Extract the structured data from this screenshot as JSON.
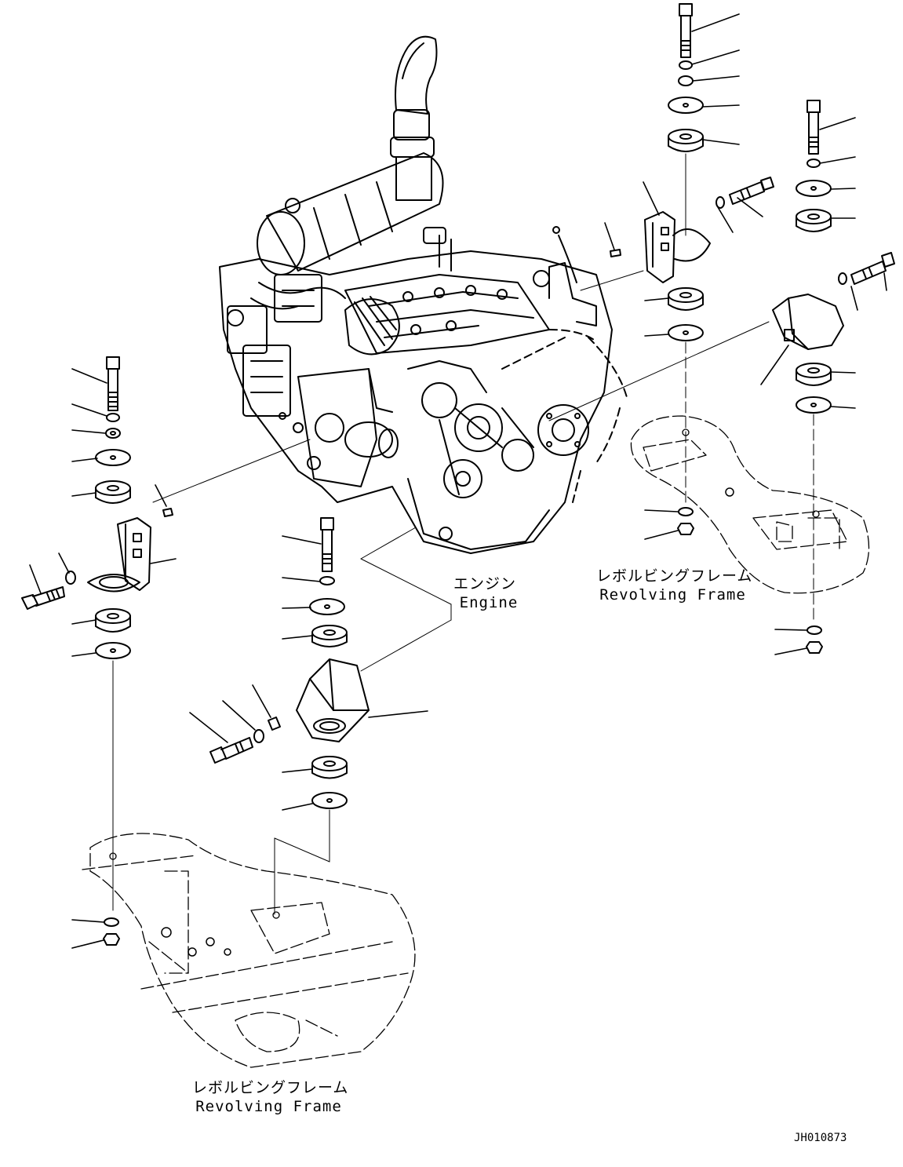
{
  "labels": {
    "engine_jp": "エンジン",
    "engine_en": "Engine",
    "frame_right_jp": "レボルビングフレーム",
    "frame_right_en": "Revolving Frame",
    "frame_bottom_jp": "レボルビングフレーム",
    "frame_bottom_en": "Revolving Frame"
  },
  "drawing_code": "JH010873",
  "colors": {
    "ink": "#000000",
    "paper": "#ffffff"
  }
}
